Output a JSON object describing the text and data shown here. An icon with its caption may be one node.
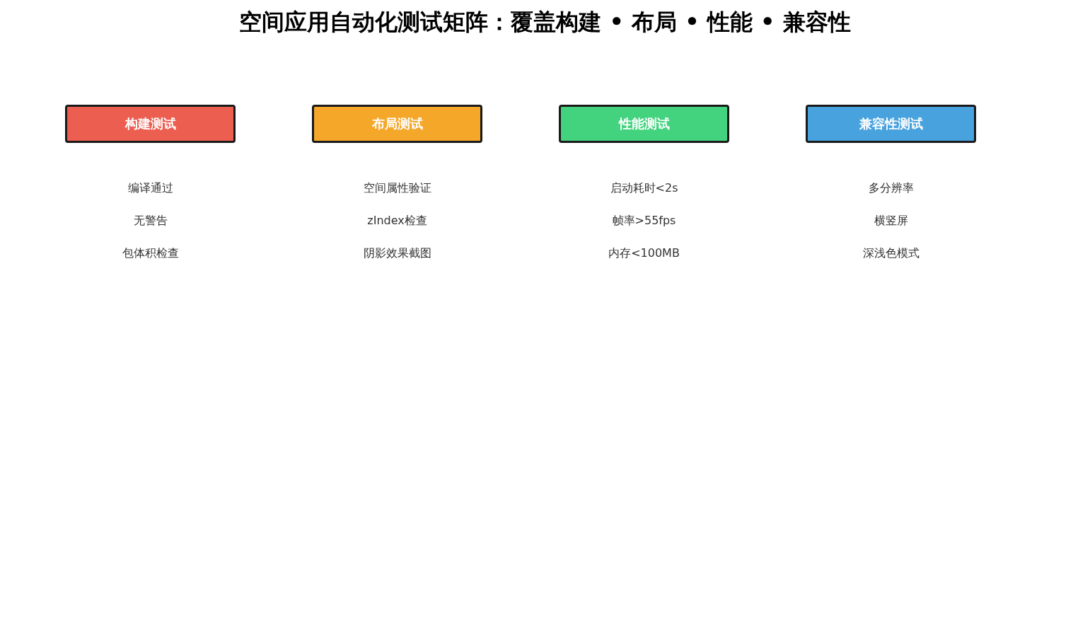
{
  "diagram": {
    "title": "空间应用自动化测试矩阵：覆盖构建 • 布局 • 性能 • 兼容性",
    "nodes": [
      {
        "text": [
          "构建测试"
        ],
        "beside": [
          "编译通过",
          "无警告",
          "包体积检查"
        ]
      },
      {
        "text": [
          "布局测试"
        ],
        "beside": [
          "空间属性验证",
          "zIndex检查",
          "阴影效果截图"
        ]
      },
      {
        "text": [
          "性能测试"
        ],
        "beside": [
          "启动耗时<2s",
          "帧率>55fps",
          "内存<100MB"
        ]
      },
      {
        "text": [
          "兼容性测试"
        ],
        "beside": [
          "多分辨率",
          "横竖屏",
          "深浅色模式"
        ]
      }
    ],
    "edges": []
  }
}
